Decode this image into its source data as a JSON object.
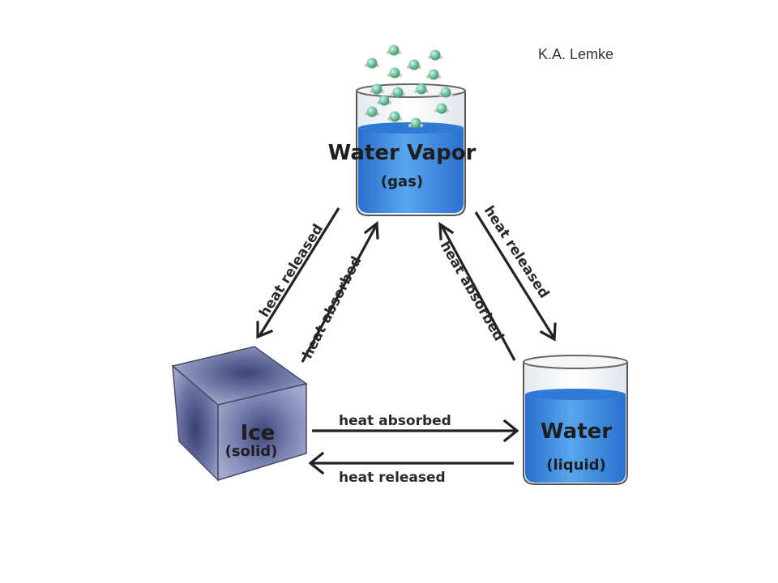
{
  "author": "K.A. Lemke",
  "states": {
    "vapor": {
      "title": "Water Vapor",
      "subtitle": "(gas)"
    },
    "ice": {
      "title": "Ice",
      "subtitle": "(solid)"
    },
    "water": {
      "title": "Water",
      "subtitle": "(liquid)"
    }
  },
  "transitions": {
    "vapor_to_ice": "heat released",
    "ice_to_vapor": "heat absorbed",
    "water_to_vapor": "heat absorbed",
    "vapor_to_water": "heat released",
    "ice_to_water": "heat absorbed",
    "water_to_ice": "heat released"
  },
  "colors": {
    "water_fill": "#3f8fe0",
    "water_dark": "#1f5fb8",
    "ice_face": "#6f78a8",
    "ice_dark": "#3a4370",
    "molecule": "#6fc2a4",
    "arrow": "#222222"
  }
}
